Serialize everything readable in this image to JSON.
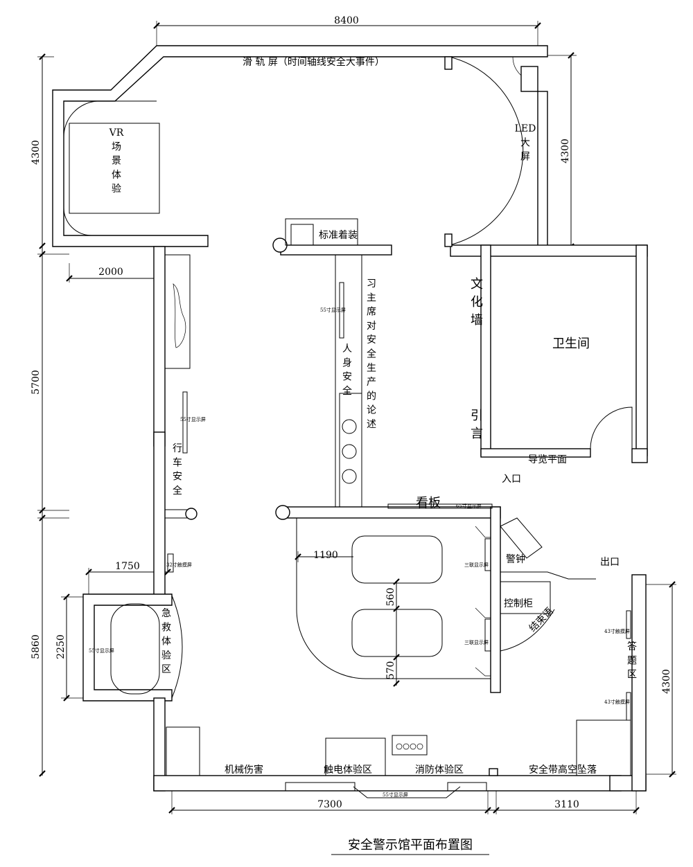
{
  "dimensions": {
    "top_width": "8400",
    "left_top": "4300",
    "right_top": "4300",
    "left_mid": "5700",
    "left_bottom": "5860",
    "inner_2250": "2250",
    "corridor_2000": "2000",
    "aid_1750": "1750",
    "table_1190": "1190",
    "table_560": "560",
    "table_570": "570",
    "bottom_left": "7300",
    "bottom_right": "3110",
    "right_bottom": "4300"
  },
  "rooms": {
    "slide_screen": "滑 轨 屏（时间轴线安全大事件）",
    "vr": "VR场景体验",
    "led": "LED大屏",
    "standard_dress": "标准着装",
    "xi_quote": "习主席对安全生产的论述",
    "personal_safety": "人身安全",
    "culture_wall": "文化墙",
    "intro": "引言",
    "restroom": "卫生间",
    "guide_plan": "导览平面",
    "entrance": "入口",
    "exit": "出口",
    "board": "看板",
    "alarm_bell": "警钟",
    "control_cabinet": "控制柜",
    "ending": "结束语",
    "answer_zone": "答题区",
    "driving_safety": "行车安全",
    "first_aid": "急救体验区",
    "mech_injury": "机械伤害",
    "shock": "触电体验区",
    "fire": "消防体验区",
    "height_fall": "安全带高空坠落"
  },
  "screens": {
    "s55_center": "55寸显示屏",
    "s55_left": "55寸显示屏",
    "s32": "32寸触摸屏",
    "s55_aid": "55寸显示屏",
    "s65": "65寸显示屏",
    "triple_top": "三联显示屏",
    "triple_bottom": "三联显示屏",
    "t43_top": "43寸触摸屏",
    "t43_bottom": "43寸触摸屏",
    "s55_bottom": "55寸显示屏"
  },
  "caption": "安全警示馆平面布置图"
}
